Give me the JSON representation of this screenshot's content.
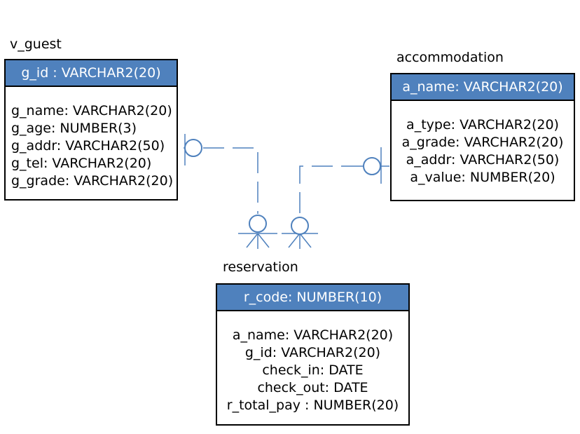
{
  "entities": {
    "v_guest": {
      "name": "v_guest",
      "pk": "g_id : VARCHAR2(20)",
      "attributes": [
        "g_name: VARCHAR2(20)",
        "g_age: NUMBER(3)",
        "g_addr: VARCHAR2(50)",
        "g_tel: VARCHAR2(20)",
        "g_grade: VARCHAR2(20)"
      ]
    },
    "accommodation": {
      "name": "accommodation",
      "pk": "a_name: VARCHAR2(20)",
      "attributes": [
        "a_type: VARCHAR2(20)",
        "a_grade: VARCHAR2(20)",
        "a_addr: VARCHAR2(50)",
        "a_value: NUMBER(20)"
      ]
    },
    "reservation": {
      "name": "reservation",
      "pk": "r_code: NUMBER(10)",
      "attributes": [
        "a_name: VARCHAR2(20)",
        "g_id: VARCHAR2(20)",
        "check_in: DATE",
        "check_out: DATE",
        "r_total_pay : NUMBER(20)"
      ]
    }
  },
  "relationships": [
    {
      "from": "v_guest",
      "to": "reservation",
      "from_cardinality": "zero-or-one",
      "to_cardinality": "zero-or-many"
    },
    {
      "from": "accommodation",
      "to": "reservation",
      "from_cardinality": "zero-or-one",
      "to_cardinality": "zero-or-many"
    }
  ],
  "colors": {
    "header_fill": "#4f81bd",
    "header_text": "#ffffff",
    "line": "#4f81bd",
    "border": "#000000"
  }
}
